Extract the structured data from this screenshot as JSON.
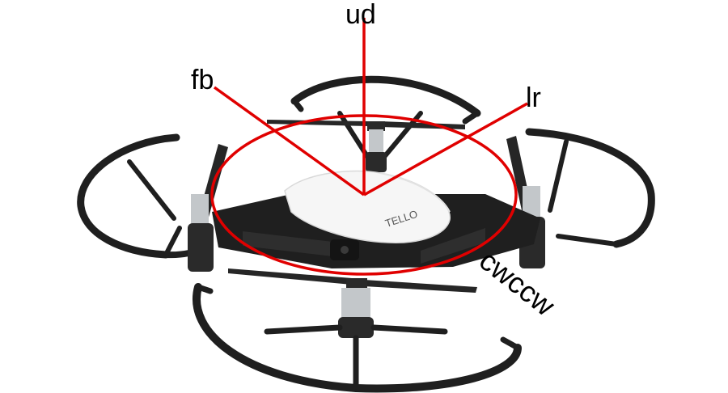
{
  "diagram": {
    "subject": "drone",
    "body_brand": "TELLO",
    "colors": {
      "axes": "#e00000",
      "frame": "#1f1f1f",
      "shell": "#f6f6f6",
      "motor": "#bfc3c6",
      "background": "#ffffff"
    },
    "axes": [
      {
        "id": "ud",
        "label": "ud"
      },
      {
        "id": "fb",
        "label": "fb"
      },
      {
        "id": "lr",
        "label": "lr"
      }
    ],
    "rotation": {
      "label": "cwccw"
    }
  }
}
